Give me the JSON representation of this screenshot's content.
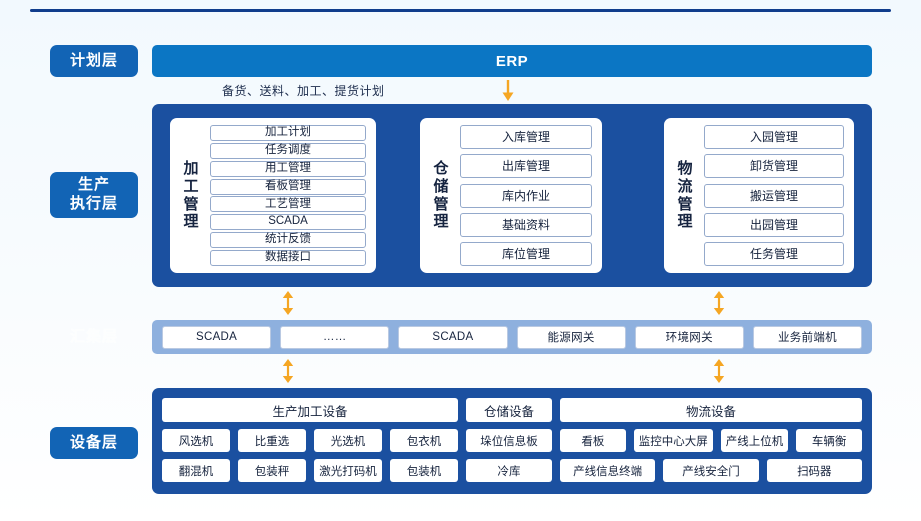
{
  "colors": {
    "panel_blue": "#1b50a0",
    "erp_blue": "#0b76c4",
    "label_blue": "#1264b5",
    "aggregation_blue": "#8eb0de",
    "arrow_orange": "#f5a623",
    "rule_blue": "#103d8c"
  },
  "layer_labels": {
    "plan": "计划层",
    "execution_line1": "生产",
    "execution_line2": "执行层",
    "aggregation": "汇集层",
    "equipment": "设备层"
  },
  "plan_layer": {
    "erp_title": "ERP",
    "caption": "备货、送料、加工、提货计划",
    "arrow_icon": "down-arrow-icon"
  },
  "execution_layer": {
    "modules": [
      {
        "title": "加工管理",
        "items": [
          "加工计划",
          "任务调度",
          "用工管理",
          "看板管理",
          "工艺管理",
          "SCADA",
          "统计反馈",
          "数据接口"
        ]
      },
      {
        "title": "仓储管理",
        "items": [
          "入库管理",
          "出库管理",
          "库内作业",
          "基础资料",
          "库位管理"
        ]
      },
      {
        "title": "物流管理",
        "items": [
          "入园管理",
          "卸货管理",
          "搬运管理",
          "出园管理",
          "任务管理"
        ]
      }
    ]
  },
  "aggregation_layer": {
    "items": [
      "SCADA",
      "……",
      "SCADA",
      "能源网关",
      "环境网关",
      "业务前端机"
    ]
  },
  "equipment_layer": {
    "groups": [
      {
        "header": "生产加工设备",
        "row1": [
          "风选机",
          "比重选",
          "光选机",
          "包衣机"
        ],
        "row2": [
          "翻混机",
          "包装秤",
          "激光打码机",
          "包装机"
        ]
      },
      {
        "header": "仓储设备",
        "row1": [
          "垛位信息板"
        ],
        "row2": [
          "冷库"
        ]
      },
      {
        "header": "物流设备",
        "row1": [
          "看板",
          "监控中心大屏",
          "产线上位机",
          "车辆衡"
        ],
        "row2": [
          "产线信息终端",
          "产线安全门",
          "扫码器"
        ]
      }
    ]
  },
  "connectors": {
    "double_arrow_icon": "double-vertical-arrow-icon",
    "count": 4
  }
}
